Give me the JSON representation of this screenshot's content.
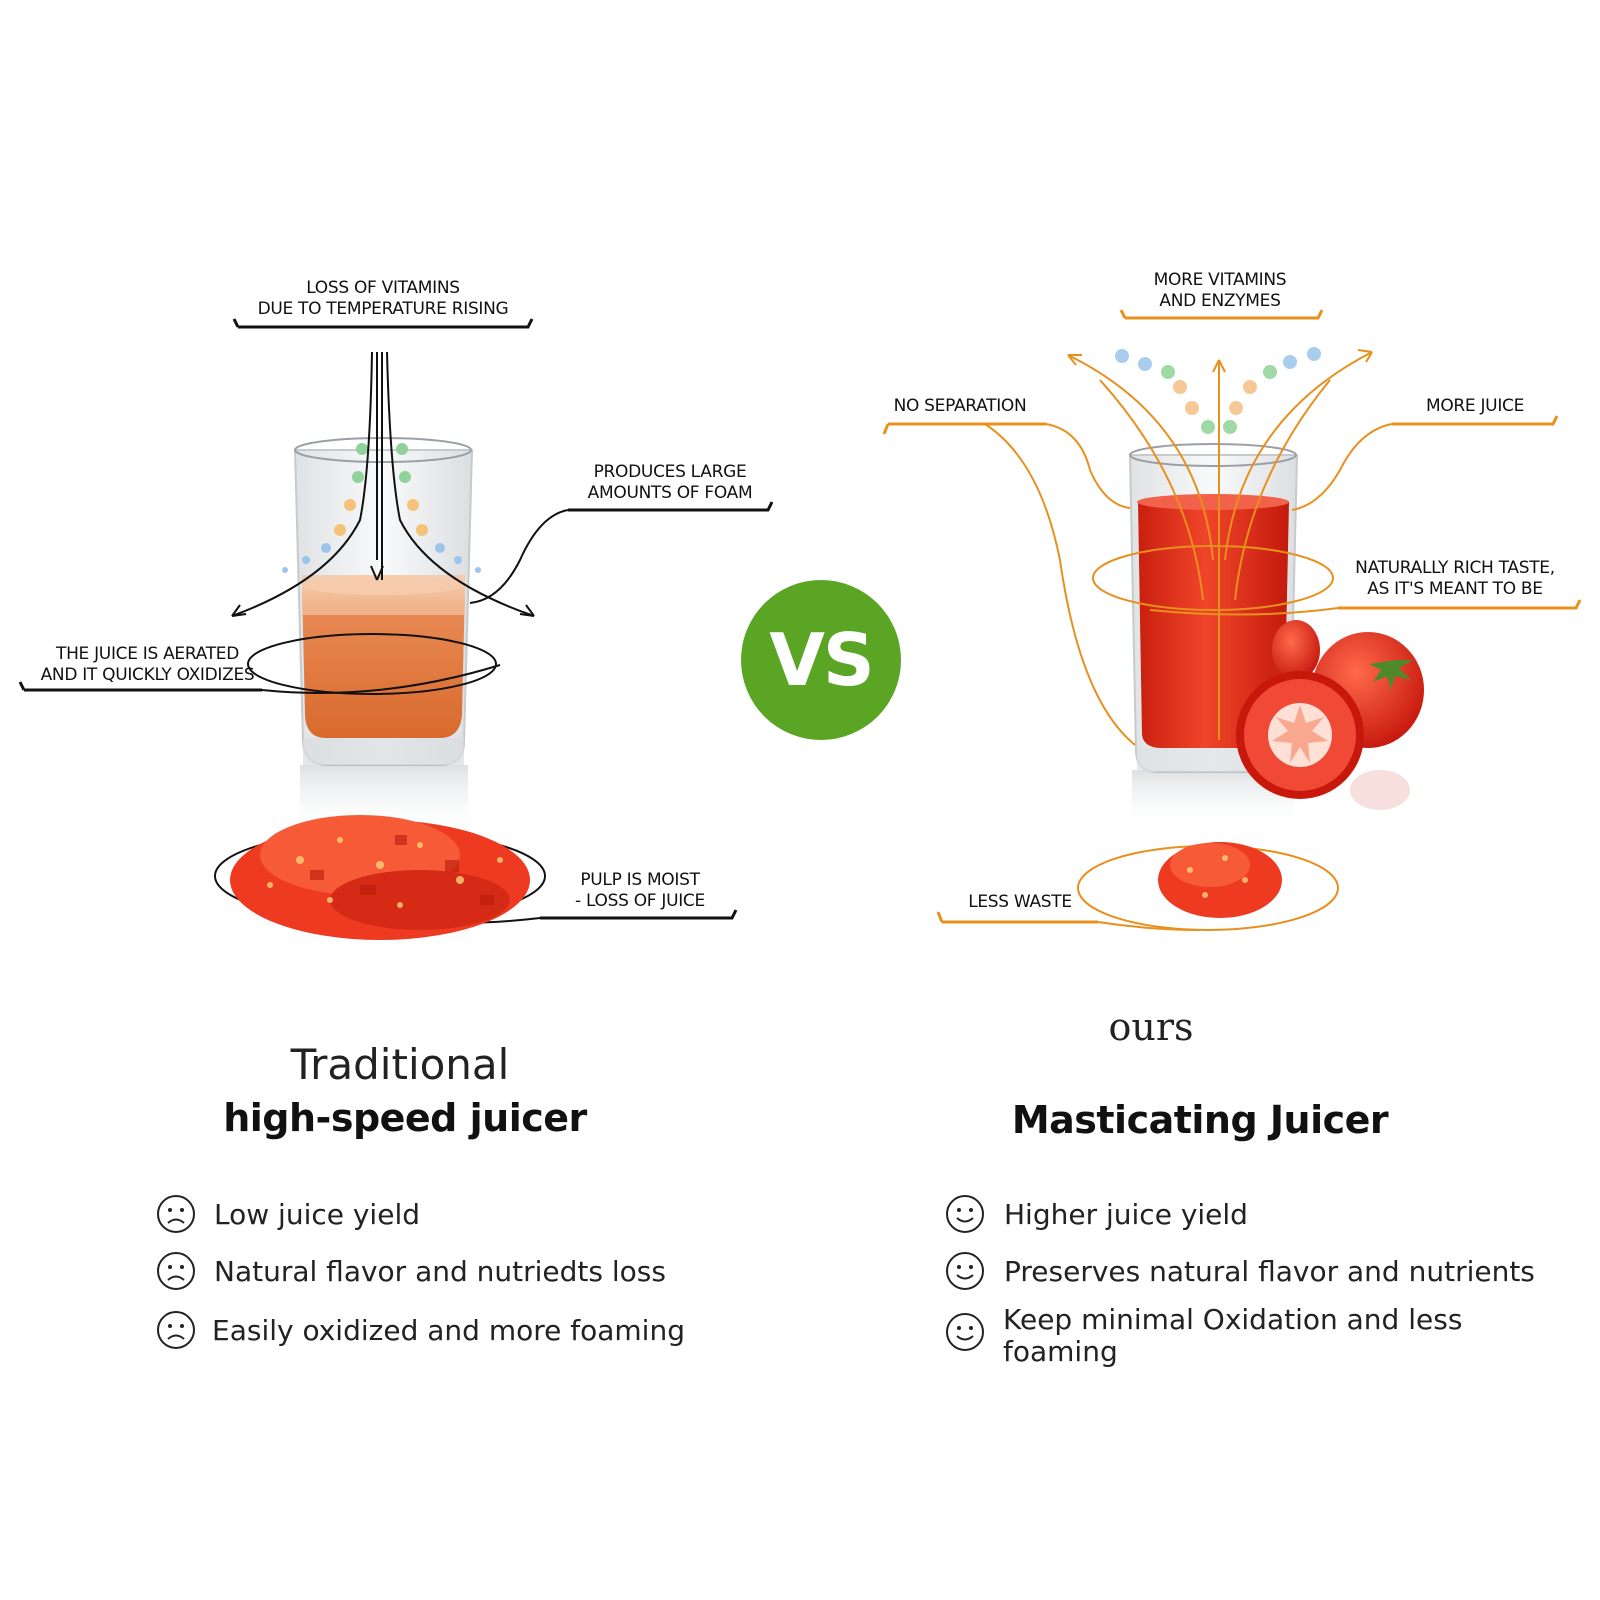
{
  "left": {
    "labels": {
      "vitamins": [
        "LOSS OF VITAMINS",
        "DUE TO TEMPERATURE RISING"
      ],
      "foam": [
        "PRODUCES LARGE",
        "AMOUNTS OF FOAM"
      ],
      "aerated": [
        "THE JUICE IS AERATED",
        "AND IT QUICKLY OXIDIZES"
      ],
      "pulp": [
        "PULP IS MOIST",
        "- LOSS OF JUICE"
      ]
    },
    "title_line1": "Traditional",
    "title_line2": "high-speed juicer",
    "features": [
      {
        "icon": "sad-face-icon",
        "text": "Low juice yield"
      },
      {
        "icon": "sad-face-icon",
        "text": "Natural flavor and nutriedts loss"
      },
      {
        "icon": "sad-face-icon",
        "text": "Easily oxidized and more foaming"
      }
    ]
  },
  "right": {
    "labels": {
      "vitamins": [
        "MORE VITAMINS",
        "AND ENZYMES"
      ],
      "separation": [
        "NO SEPARATION"
      ],
      "juice": [
        "MORE JUICE"
      ],
      "taste": [
        "NATURALLY RICH TASTE,",
        "AS IT'S MEANT TO BE"
      ],
      "waste": [
        "LESS WASTE"
      ]
    },
    "brand": "ours",
    "title": "Masticating Juicer",
    "features": [
      {
        "icon": "happy-face-icon",
        "text": "Higher juice yield"
      },
      {
        "icon": "happy-face-icon",
        "text": "Preserves natural flavor and nutrients"
      },
      {
        "icon": "happy-face-icon",
        "text": "Keep minimal Oxidation and less foaming"
      }
    ]
  },
  "vs_badge": "VS",
  "colors": {
    "left_line": "#111111",
    "right_line": "#e8901e",
    "vs_green": "#5aa624",
    "left_juice": "#e0622a",
    "right_juice": "#e8311c",
    "pulp": "#e8341e"
  }
}
